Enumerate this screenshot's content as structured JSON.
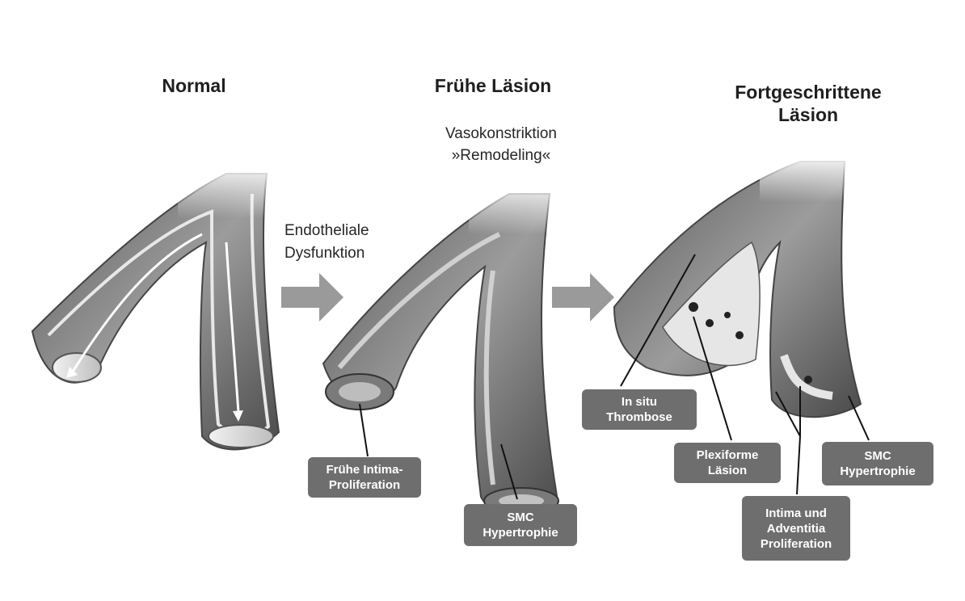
{
  "stages": [
    {
      "title": "Normal"
    },
    {
      "title": "Frühe Läsion",
      "subtitle": [
        "Vasokonstriktion",
        "»Remodeling«"
      ]
    },
    {
      "title": [
        "Fortgeschrittene",
        "Läsion"
      ]
    }
  ],
  "transition": [
    "Endotheliale",
    "Dysfunktion"
  ],
  "labels": {
    "early_intima": [
      "Frühe Intima-",
      "Proliferation"
    ],
    "smc_mid": [
      "SMC",
      "Hypertrophie"
    ],
    "in_situ": [
      "In situ",
      "Thrombose"
    ],
    "plexiform": [
      "Plexiforme",
      "Läsion"
    ],
    "smc_right": [
      "SMC",
      "Hypertrophie"
    ],
    "intima_adv": [
      "Intima und",
      "Adventitia",
      "Proliferation"
    ]
  },
  "colors": {
    "label_bg": "#6e6e6e",
    "arrow": "#9a9a9a",
    "vessel_wall": "#8a8a8a",
    "lumen": "#d9d9d9"
  }
}
